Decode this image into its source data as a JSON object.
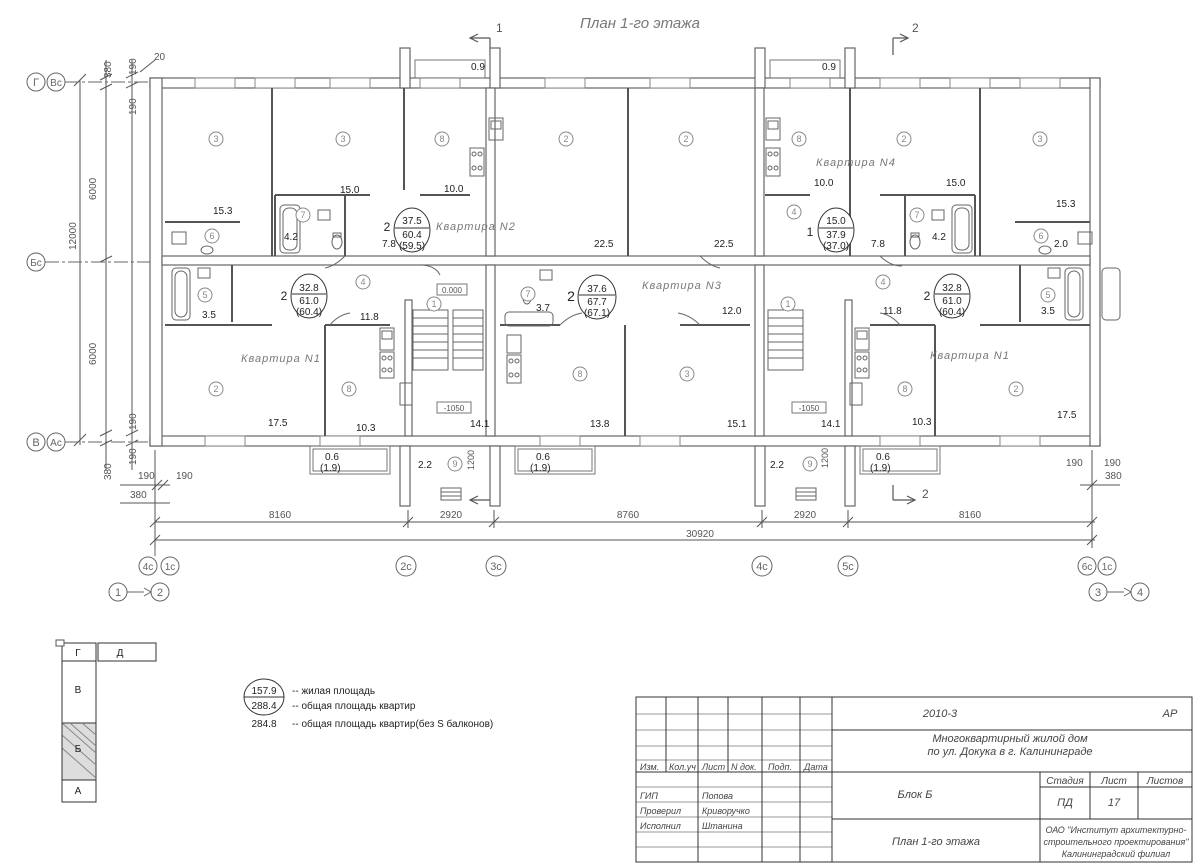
{
  "title": "План 1-го этажа",
  "section_marks": {
    "s1": "1",
    "s2": "2"
  },
  "axes_letters": {
    "g": "Г",
    "vc_top": "Вс",
    "bc": "Бс",
    "v": "В",
    "ac": "Ас"
  },
  "axes_numbers": {
    "a4c": "4с",
    "a1c": "1с",
    "a2c": "2с",
    "a3c": "3с",
    "a4c2": "4с",
    "a5c": "5с",
    "a6c": "6с",
    "a1c2": "1с",
    "n1": "1",
    "n2": "2",
    "n3": "3",
    "n4": "4"
  },
  "dims_left": {
    "d380": "380",
    "d190a": "190",
    "d6000a": "6000",
    "d12000": "12000",
    "d6000b": "6000",
    "d190b": "190",
    "d190c": "190",
    "d380b": "380",
    "d20": "20",
    "d190d": "190"
  },
  "dims_bottom": {
    "d190a": "190",
    "d190b": "190",
    "d380": "380",
    "d8160a": "8160",
    "d2920a": "2920",
    "d8760": "8760",
    "d2920b": "2920",
    "d8160b": "8160",
    "d30920": "30920",
    "d1900c": "190",
    "d1900d": "190",
    "d380r": "380"
  },
  "apartments": [
    {
      "label": "Квартира N1",
      "rooms": "2",
      "living": "32.8",
      "total": "61.0",
      "no_balcony": "(60.4)"
    },
    {
      "label": "Квартира N2",
      "rooms": "2",
      "living": "37.5",
      "total": "60.4",
      "no_balcony": "(59.5)"
    },
    {
      "label": "Квартира N3",
      "rooms": "2",
      "living": "37.6",
      "total": "67.7",
      "no_balcony": "(67.1)"
    },
    {
      "label": "Квартира N4",
      "rooms": "1",
      "living": "15.0",
      "total": "37.9",
      "no_balcony": "(37.0)"
    },
    {
      "label": "Квартира N1",
      "rooms": "2",
      "living": "32.8",
      "total": "61.0",
      "no_balcony": "(60.4)"
    }
  ],
  "room_areas": {
    "a1": "15.0",
    "a2": "15.3",
    "a3": "4.2",
    "a4": "7.8",
    "a5": "10.0",
    "a6": "0.9",
    "a7": "22.5",
    "a8": "22.5",
    "a9": "0.9",
    "a10": "10.0",
    "a11": "15.0",
    "a12": "15.3",
    "a13": "7.8",
    "a14": "4.2",
    "a15": "2.0",
    "a16": "3.5",
    "a17": "11.8",
    "a18": "3.7",
    "a19": "12.0",
    "a20": "11.8",
    "a21": "3.5",
    "a22": "17.5",
    "a23": "10.3",
    "a24": "14.1",
    "a25": "13.8",
    "a26": "15.1",
    "a27": "14.1",
    "a28": "10.3",
    "a29": "17.5",
    "a30": "0.6",
    "a31": "(1.9)",
    "a32": "2.2",
    "a33": "0.6",
    "a34": "(1.9)",
    "a35": "2.2",
    "a36": "0.6",
    "a37": "(1.9)"
  },
  "room_numbers": {
    "r1": "3",
    "r2": "3",
    "r3": "8",
    "r4": "2",
    "r5": "2",
    "r6": "8",
    "r7": "2",
    "r8": "3",
    "r9": "7",
    "r10": "6",
    "r11": "5",
    "r12": "4",
    "r13": "1",
    "r14": "7",
    "r15": "8",
    "r16": "3",
    "r17": "1",
    "r18": "4",
    "r19": "7",
    "r20": "4",
    "r21": "6",
    "r22": "5",
    "r23": "2",
    "r24": "8",
    "r25": "9",
    "r26": "8",
    "r27": "9",
    "r28": "2",
    "r29": "7",
    "r30": "4"
  },
  "levels": {
    "l1": "0.000",
    "l2": "-1050",
    "l3": "-1050"
  },
  "stair_dims": {
    "s1": "1200",
    "s2": "1200"
  },
  "legend": {
    "living_value": "157.9",
    "total_value": "288.4",
    "no_balcony_value": "284.8",
    "living_text": "-- жилая площадь",
    "total_text": "-- общая площадь квартир",
    "no_balcony_text": "-- общая площадь квартир(без S балконов)"
  },
  "key_plan": {
    "g": "Г",
    "d": "Д",
    "v": "В",
    "b": "Б",
    "a": "А"
  },
  "title_block": {
    "code": "2010-3",
    "stage_code": "АР",
    "project_line1": "Многоквартирный жилой дом",
    "project_line2": "по ул. Докука в г. Калининграде",
    "col_izm": "Изм.",
    "col_koluch": "Кол.уч",
    "col_list": "Лист",
    "col_ndok": "N док.",
    "col_podp": "Подп.",
    "col_data": "Дата",
    "block_name": "Блок Б",
    "stage_label": "Стадия",
    "sheet_label": "Лист",
    "sheets_label": "Листов",
    "stage_value": "ПД",
    "sheet_value": "17",
    "gip_label": "ГИП",
    "gip_name": "Попова",
    "checked_label": "Проверил",
    "checked_name": "Криворучко",
    "executor_label": "Исполнил",
    "executor_name": "Штанина",
    "drawing_name": "План 1-го этажа",
    "org_line1": "ОАО \"Институт архитектурно-",
    "org_line2": "строительного проектирования\"",
    "org_line3": "Калининградский филиал"
  }
}
